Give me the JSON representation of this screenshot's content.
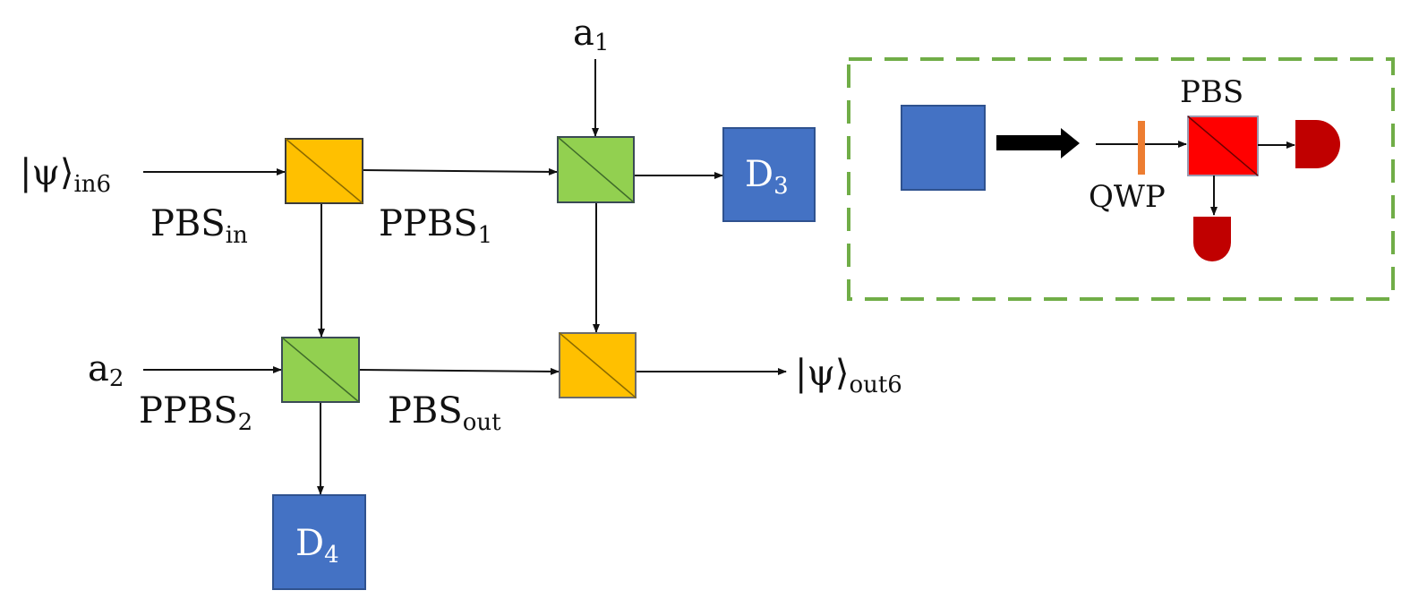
{
  "colors": {
    "pbs_orange": "#FFC000",
    "ppbs_green": "#92D050",
    "detector_blue": "#4472C4",
    "inset_pbs_red": "#FF0000",
    "inset_detector_red": "#C00000",
    "qwp_orange": "#ED7D31",
    "inset_border_green": "#70AD47",
    "line": "#111111"
  },
  "labels": {
    "input_state": {
      "main": "|ψ⟩",
      "sub": "in6"
    },
    "output_state": {
      "main": "|ψ⟩",
      "sub": "out6"
    },
    "a1": {
      "main": "a",
      "sub": "1"
    },
    "a2": {
      "main": "a",
      "sub": "2"
    },
    "pbs_in": {
      "main": "PBS",
      "sub": "in"
    },
    "ppbs1": {
      "main": "PPBS",
      "sub": "1"
    },
    "ppbs2": {
      "main": "PPBS",
      "sub": "2"
    },
    "pbs_out": {
      "main": "PBS",
      "sub": "out"
    },
    "d3": {
      "main": "D",
      "sub": "3"
    },
    "d4": {
      "main": "D",
      "sub": "4"
    }
  },
  "inset": {
    "pbs_label": "PBS",
    "qwp_label": "QWP"
  }
}
